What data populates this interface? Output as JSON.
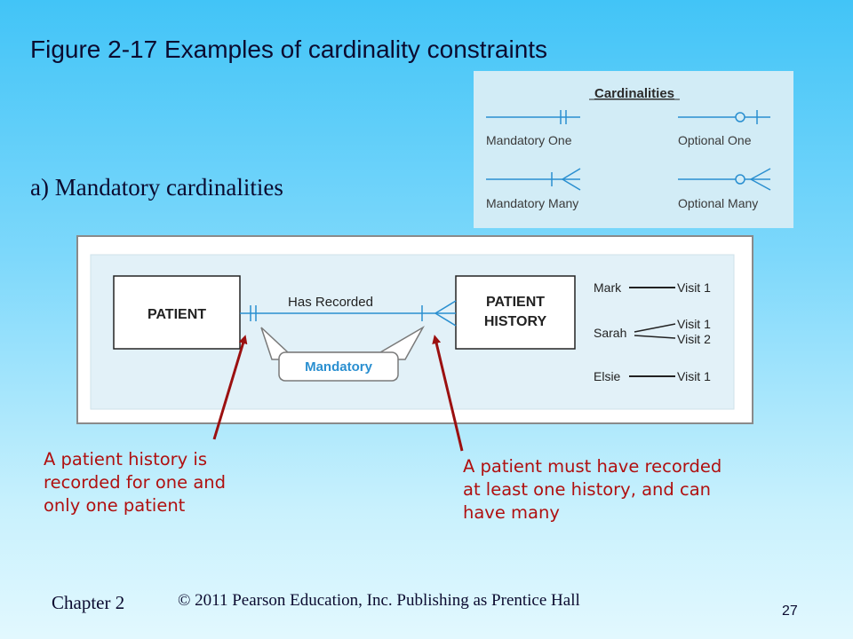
{
  "title": "Figure 2-17 Examples of cardinality constraints",
  "subtitle": "a) Mandatory cardinalities",
  "legend": {
    "heading": "Cardinalities",
    "items": [
      "Mandatory One",
      "Optional One",
      "Mandatory Many",
      "Optional Many"
    ]
  },
  "diagram": {
    "entity_left": "PATIENT",
    "entity_right_line1": "PATIENT",
    "entity_right_line2": "HISTORY",
    "relationship": "Has Recorded",
    "callout": "Mandatory",
    "examples": {
      "mark": "Mark",
      "sarah": "Sarah",
      "elsie": "Elsie",
      "visit1": "Visit 1",
      "visit2": "Visit 2"
    }
  },
  "notes": {
    "left": "A patient history is\nrecorded for one and\nonly one patient",
    "right": "A patient must have recorded\nat least one history, and can\nhave many"
  },
  "footer": {
    "chapter": "Chapter 2",
    "copyright": "© 2011 Pearson Education, Inc.  Publishing as Prentice Hall",
    "page": "27"
  },
  "colors": {
    "accent_line": "#2a8fd0",
    "arrow": "#9b1010",
    "note_text": "#b01010"
  }
}
